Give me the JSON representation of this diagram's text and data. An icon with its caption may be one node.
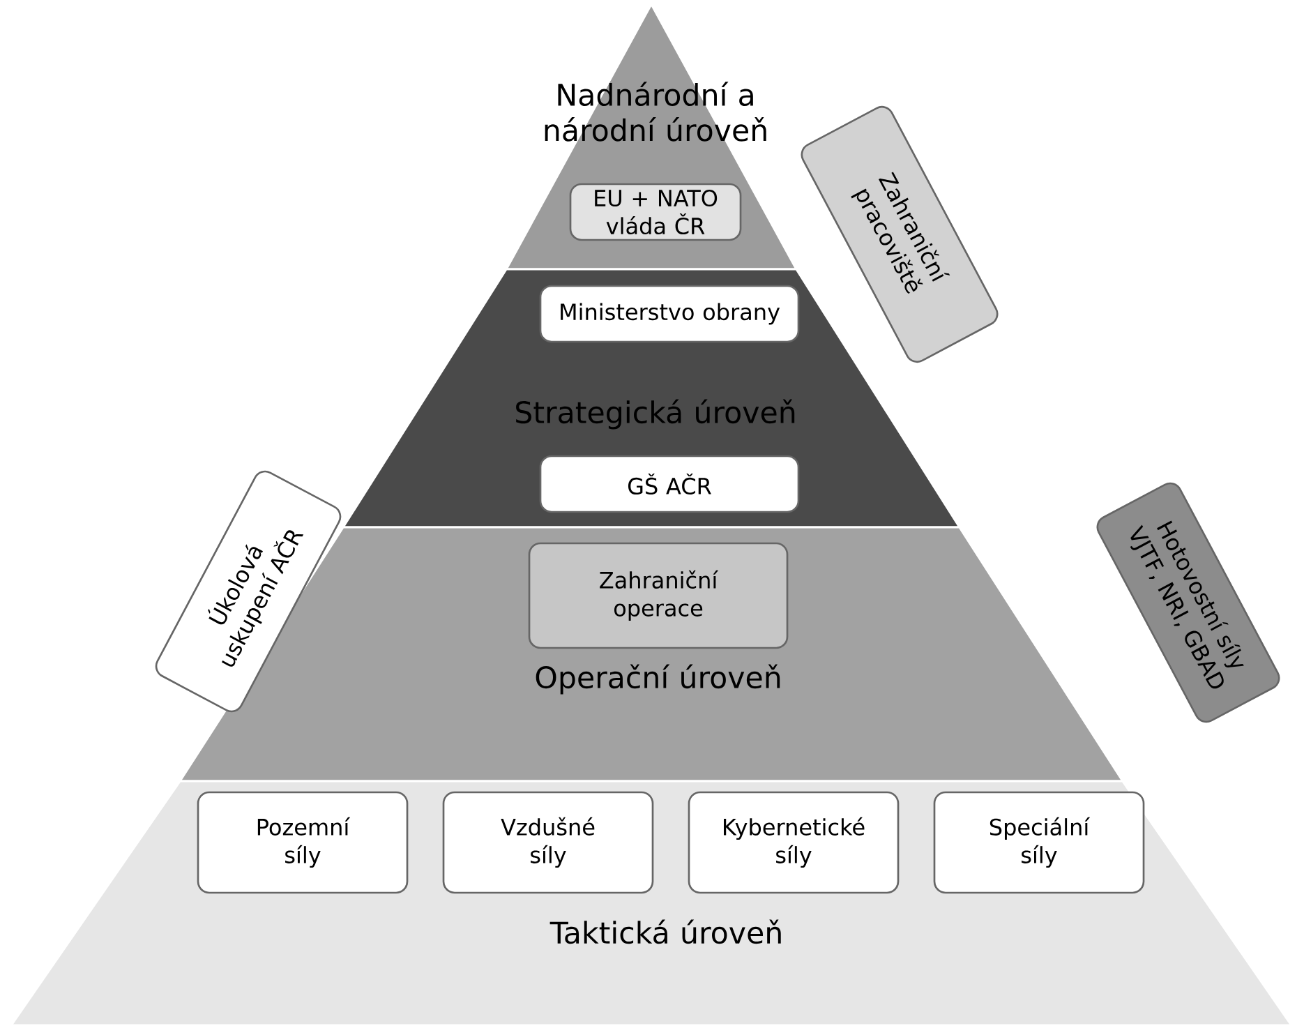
{
  "diagram": {
    "nodes": [
      {
        "text": [
          "Nadnárodní a národní úroveň"
        ]
      },
      {
        "text": [
          "EU + NATO vláda ČR"
        ],
        "in": 0
      },
      {
        "text": [
          "Zahraniční pracoviště"
        ]
      },
      {
        "text": [
          "Strategická úroveň"
        ]
      },
      {
        "text": [
          "Ministerstvo obrany"
        ],
        "in": 3
      },
      {
        "text": [
          "GŠ AČR"
        ],
        "in": 3
      },
      {
        "text": [
          "Úkolová uskupení AČR"
        ]
      },
      {
        "text": [
          "Operační úroveň"
        ]
      },
      {
        "text": [
          "Zahraniční operace"
        ],
        "in": 7
      },
      {
        "text": [
          "Hotovostní síly VJTF, NRI, GBAD"
        ]
      },
      {
        "text": [
          "Taktická úroveň"
        ]
      },
      {
        "text": [
          "Pozemní síly"
        ],
        "in": 10
      },
      {
        "text": [
          "Vzdušné síly"
        ],
        "in": 10
      },
      {
        "text": [
          "Kybernetické síly"
        ],
        "in": 10
      },
      {
        "text": [
          "Speciální síly"
        ],
        "in": 10
      }
    ]
  }
}
